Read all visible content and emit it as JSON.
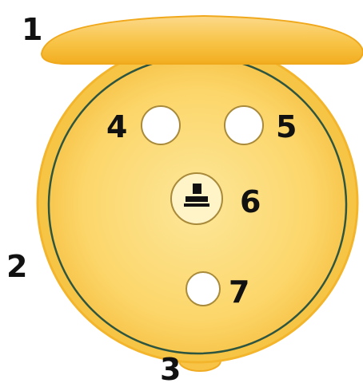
{
  "labels": {
    "cap": "1",
    "body": "2",
    "bottom_knob": "3",
    "hole_left": "4",
    "hole_right": "5",
    "center_hole": "6",
    "lower_hole": "7"
  },
  "colors": {
    "body_fill": "#fcd66a",
    "body_edge": "#f3b52c",
    "outline": "#2d5540",
    "hole_fill": "#ffffff",
    "hole_stroke": "#a88a3a",
    "center_ring": "#fff3c8",
    "symbol": "#111111"
  },
  "icons": {
    "center_symbol": "person-on-platform-icon"
  }
}
